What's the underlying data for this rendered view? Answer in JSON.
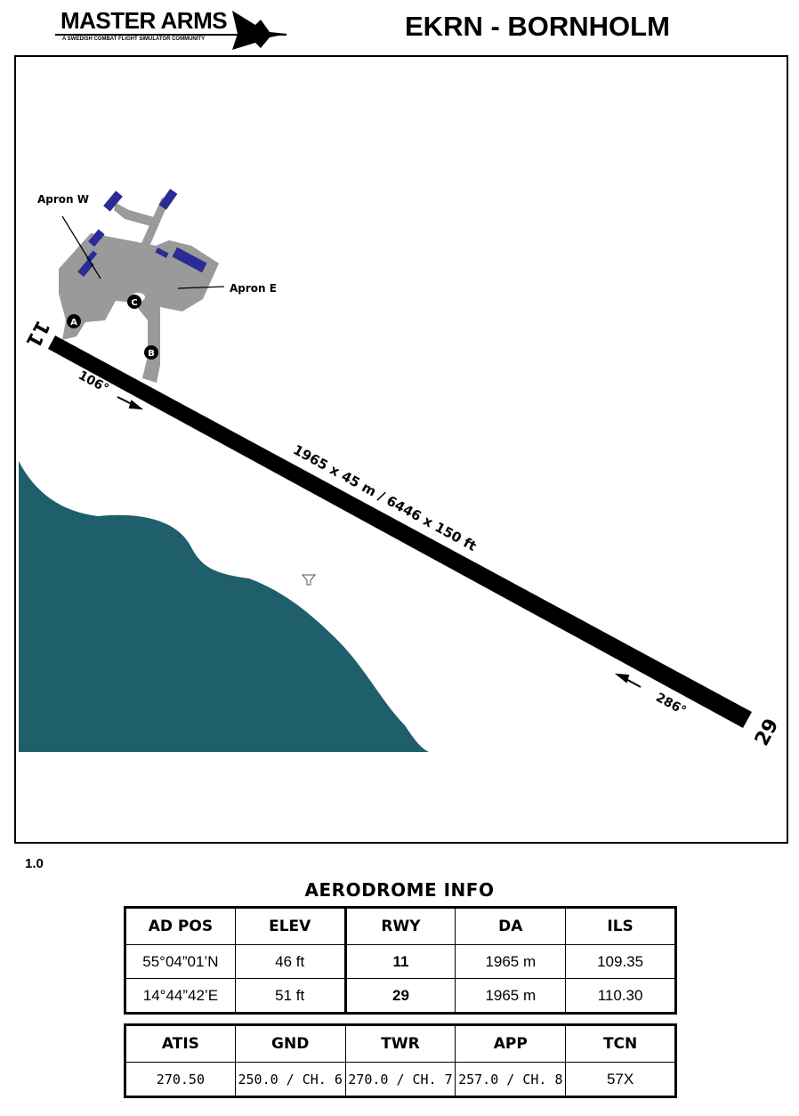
{
  "header": {
    "logo_title": "MASTER ARMS",
    "logo_subtitle": "A SWEDISH COMBAT FLIGHT SIMULATOR COMMUNITY",
    "title": "EKRN - BORNHOLM"
  },
  "map": {
    "labels": {
      "apron_w": "Apron W",
      "apron_e": "Apron E",
      "taxi_a": "A",
      "taxi_b": "B",
      "taxi_c": "C",
      "rwy_11": "11",
      "rwy_29": "29",
      "hdg_106": "106°",
      "hdg_286": "286°",
      "runway_dims": "1965 x 45 m / 6446 x 150 ft"
    },
    "colors": {
      "runway": "#000000",
      "taxiway": "#9a9a9a",
      "building": "#2b2b96",
      "sea": "#1f5f6b"
    }
  },
  "version": "1.0",
  "info": {
    "title": "AERODROME INFO",
    "table1": {
      "headers": [
        "AD POS",
        "ELEV",
        "RWY",
        "DA",
        "ILS"
      ],
      "rows": [
        [
          "55°04”01’N",
          "46 ft",
          "11",
          "1965 m",
          "109.35"
        ],
        [
          "14°44”42’E",
          "51 ft",
          "29",
          "1965 m",
          "110.30"
        ]
      ]
    },
    "table2": {
      "headers": [
        "ATIS",
        "GND",
        "TWR",
        "APP",
        "TCN"
      ],
      "rows": [
        [
          "270.50",
          "250.0 / CH. 6",
          "270.0 / CH. 7",
          "257.0 / CH. 8",
          "57X"
        ]
      ]
    }
  }
}
